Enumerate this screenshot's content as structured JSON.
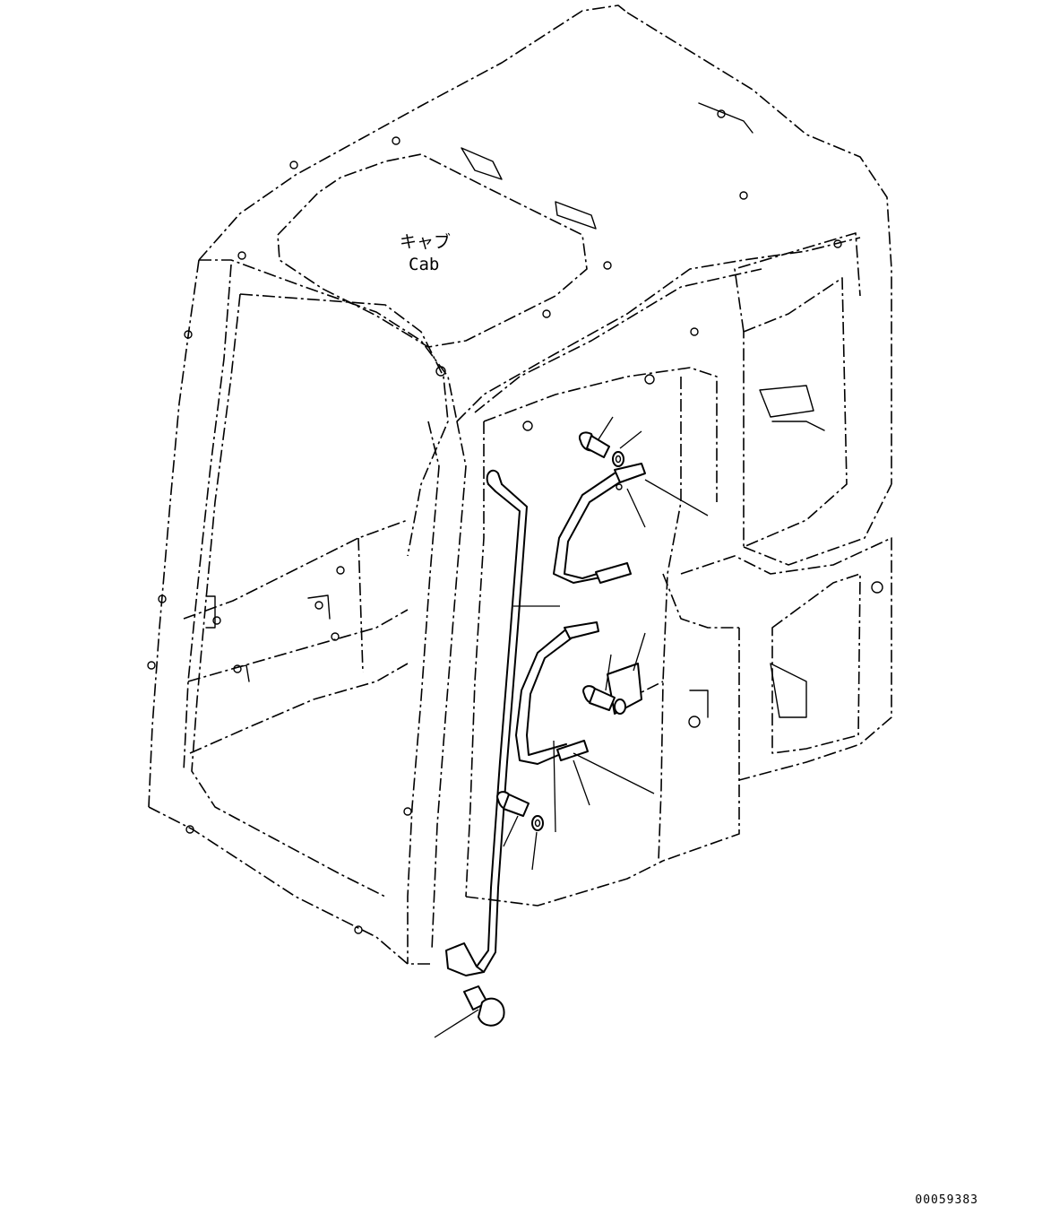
{
  "cab_label": {
    "jp": "キャブ",
    "en": "Cab"
  },
  "drawing_number": "00059383"
}
